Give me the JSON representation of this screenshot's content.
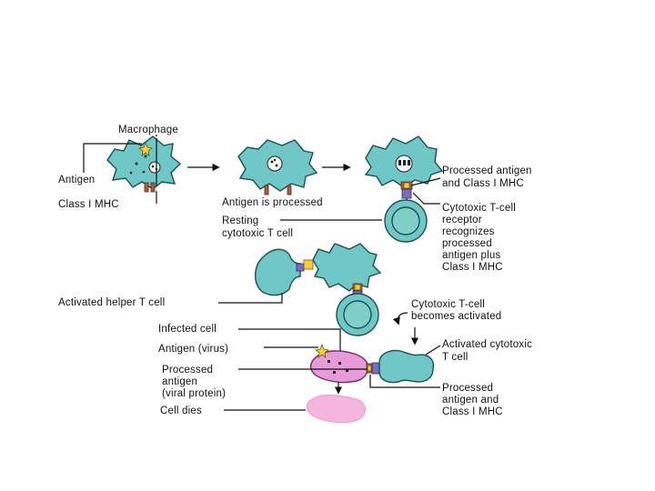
{
  "labels": {
    "macrophage": "Macrophage",
    "antigen": "Antigen",
    "class_i_mhc": "Class I MHC",
    "antigen_processed": "Antigen is processed",
    "resting": "Resting",
    "resting_sub": "cytotoxic T cell",
    "processed_antigen_mhc_1": "Processed antigen",
    "processed_antigen_mhc_2": "and Class I MHC",
    "tcr_1": "Cytotoxic T-cell",
    "tcr_2": "receptor",
    "tcr_3": "recognizes",
    "tcr_4": "processed",
    "tcr_5": "antigen plus",
    "tcr_6": "Class I MHC",
    "activated_helper": "Activated helper T cell",
    "ctc_activated_1": "Cytotoxic T-cell",
    "ctc_activated_2": "becomes activated",
    "infected_cell": "Infected cell",
    "antigen_virus": "Antigen (virus)",
    "processed_antigen_viral_1": "Processed",
    "processed_antigen_viral_2": "antigen",
    "processed_antigen_viral_3": "(viral protein)",
    "activated_ctc_1": "Activated cytotoxic",
    "activated_ctc_2": "T cell",
    "proc_ag_mhc_b_1": "Processed",
    "proc_ag_mhc_b_2": "antigen and",
    "proc_ag_mhc_b_3": "Class I MHC",
    "cell_dies": "Cell dies"
  },
  "colors": {
    "macrophage": "#6fc7c6",
    "infected_cell": "#e79bd8",
    "dead_cell": "#f4b6dc",
    "mhc": "#b05a3a",
    "receptor": "#7b6ac2",
    "antigen": "#f4cf3a"
  }
}
